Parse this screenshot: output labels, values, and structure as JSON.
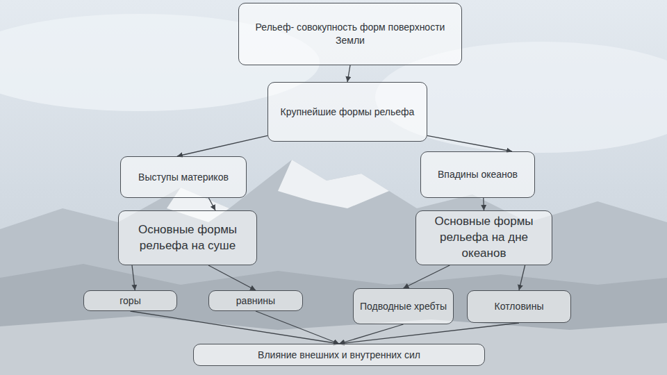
{
  "diagram": {
    "nodes": [
      {
        "text": [
          "Рельеф- совокупность форм поверхности Земли"
        ]
      },
      {
        "text": [
          "Крупнейшие формы рельефа"
        ]
      },
      {
        "text": [
          "Выступы материков"
        ]
      },
      {
        "text": [
          "Впадины океанов"
        ]
      },
      {
        "text": [
          "Основные формы рельефа на суше"
        ]
      },
      {
        "text": [
          "Основные формы рельефа на дне океанов"
        ]
      },
      {
        "text": [
          "горы"
        ]
      },
      {
        "text": [
          "равнины"
        ]
      },
      {
        "text": [
          "Подводные хребты"
        ]
      },
      {
        "text": [
          "Котловины"
        ]
      },
      {
        "text": [
          "Влияние внешних и внутренних сил"
        ]
      }
    ],
    "edges": [
      {
        "from": 0,
        "to": 1,
        "arrow": "to"
      },
      {
        "from": 1,
        "to": 2,
        "arrow": "to"
      },
      {
        "from": 1,
        "to": 3,
        "arrow": "to"
      },
      {
        "from": 2,
        "to": 4,
        "arrow": "to"
      },
      {
        "from": 3,
        "to": 5,
        "arrow": "to"
      },
      {
        "from": 4,
        "to": 6,
        "arrow": "to"
      },
      {
        "from": 4,
        "to": 7,
        "arrow": "to"
      },
      {
        "from": 5,
        "to": 8,
        "arrow": "to"
      },
      {
        "from": 5,
        "to": 9,
        "arrow": "to"
      },
      {
        "from": 6,
        "to": 10,
        "arrow": "to"
      },
      {
        "from": 7,
        "to": 10,
        "arrow": "to"
      },
      {
        "from": 8,
        "to": 10,
        "arrow": "to"
      },
      {
        "from": 9,
        "to": 10,
        "arrow": "to"
      }
    ]
  }
}
